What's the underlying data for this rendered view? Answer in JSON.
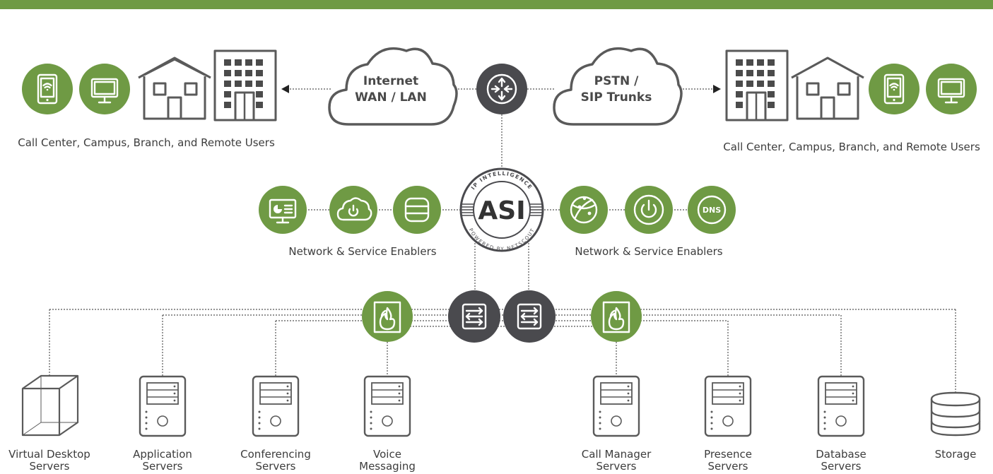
{
  "colors": {
    "green": "#6f9a44",
    "dark": "#4a4a4e",
    "topbar": "#6f9a44",
    "line": "#555555"
  },
  "clouds": {
    "left": {
      "line1": "Internet",
      "line2": "WAN / LAN"
    },
    "right": {
      "line1": "PSTN /",
      "line2": "SIP Trunks"
    }
  },
  "user_groups": {
    "left_label": "Call Center, Campus, Branch, and Remote Users",
    "right_label": "Call Center, Campus, Branch, and Remote Users"
  },
  "asi_logo": {
    "text": "ASI",
    "ring_top": "IP INTELLIGENCE",
    "ring_bottom": "POWERED BY NETSCOUT"
  },
  "enablers": {
    "left_label": "Network & Service Enablers",
    "right_label": "Network & Service Enablers",
    "left_icons": [
      "monitor-chart-icon",
      "cloud-power-icon",
      "database-icon"
    ],
    "right_icons": [
      "globe-icon",
      "power-icon",
      "dns-icon"
    ],
    "dns_text": "DNS"
  },
  "servers": [
    {
      "line1": "Virtual Desktop",
      "line2": "Servers",
      "icon": "cube-icon"
    },
    {
      "line1": "Application",
      "line2": "Servers",
      "icon": "server-icon"
    },
    {
      "line1": "Conferencing",
      "line2": "Servers",
      "icon": "server-icon"
    },
    {
      "line1": "Voice",
      "line2": "Messaging",
      "icon": "server-icon"
    },
    {
      "line1": "Call Manager",
      "line2": "Servers",
      "icon": "server-icon"
    },
    {
      "line1": "Presence",
      "line2": "Servers",
      "icon": "server-icon"
    },
    {
      "line1": "Database",
      "line2": "Servers",
      "icon": "server-icon"
    },
    {
      "line1": "Storage",
      "line2": "",
      "icon": "storage-icon"
    }
  ]
}
